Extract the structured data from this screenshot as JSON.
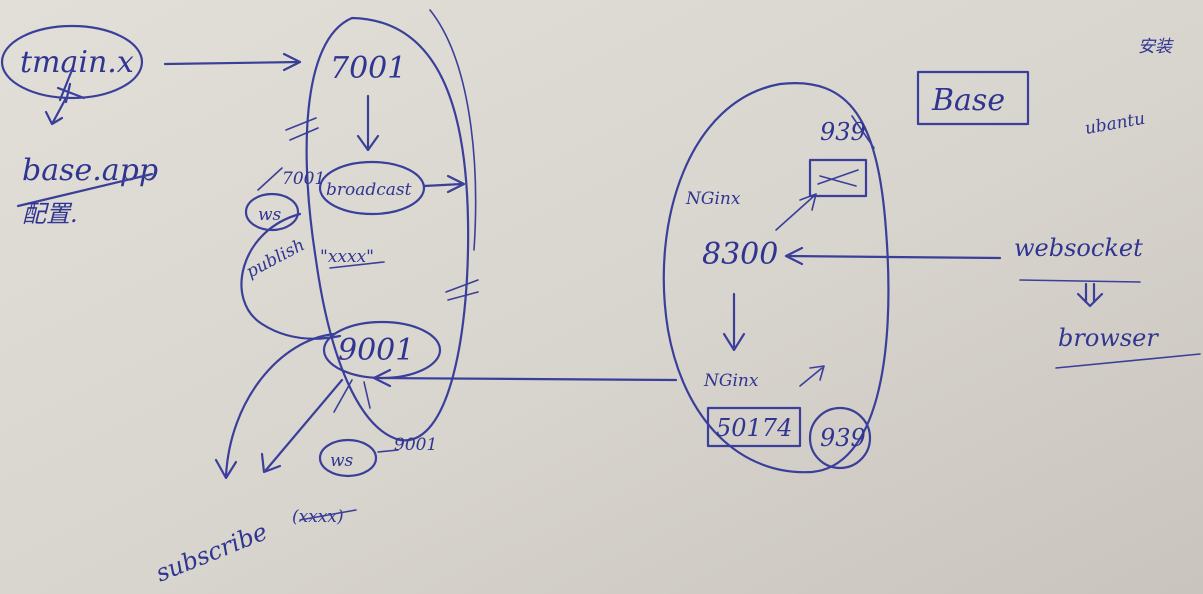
{
  "labels": {
    "tmain": "tmain.x",
    "base_app": "base.app",
    "base_app_sub": "配置.",
    "port_7001": "7001",
    "broadcast": "broadcast",
    "ws_left": "ws",
    "ws_left_port": "7001",
    "publish": "publish",
    "publish_arg": "\"xxxx\"",
    "port_9001": "9001",
    "ws_bottom": "ws",
    "ws_bottom_port": "9001",
    "subscribe": "subscribe",
    "subscribe_arg": "(xxxx)",
    "nginx_top": "NGinx",
    "port_939_top": "939",
    "port_8300": "8300",
    "nginx_bottom": "NGinx",
    "port_50174": "50174",
    "port_939_bottom": "939",
    "base_box": "Base",
    "corner_cn": "安装",
    "ubuntu": "ubantu",
    "websocket": "websocket",
    "browser": "browser"
  },
  "colors": {
    "paper": "#d9d5cf",
    "ink": "#3a3f9a"
  }
}
